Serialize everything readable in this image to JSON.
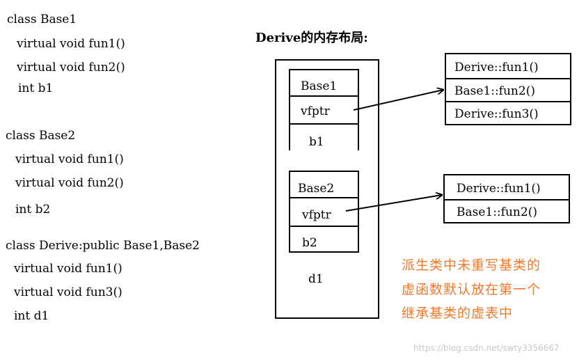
{
  "code": {
    "base1": {
      "header": "class Base1",
      "lines": [
        "virtual void fun1()",
        "virtual void fun2()",
        "int b1"
      ]
    },
    "base2": {
      "header": "class Base2",
      "lines": [
        "virtual void fun1()",
        "virtual void fun2()",
        "int b2"
      ]
    },
    "derive": {
      "header": "class Derive:public Base1,Base2",
      "lines": [
        "virtual void fun1()",
        "virtual void fun3()",
        "int d1"
      ]
    }
  },
  "layout_title": "Derive的内存布局:",
  "memory": {
    "base1": {
      "name": "Base1",
      "vfptr": "vfptr",
      "member": "b1"
    },
    "base2": {
      "name": "Base2",
      "vfptr": "vfptr",
      "member": "b2"
    },
    "member": "d1"
  },
  "vtable1": [
    "Derive::fun1()",
    "Base1::fun2()",
    "Derive::fun3()"
  ],
  "vtable2": [
    "Derive::fun1()",
    "Base1::fun2()"
  ],
  "note": [
    "派生类中未重写基类的",
    "虚函数默认放在第一个",
    "继承基类的虚表中"
  ],
  "watermark": "https://blog.csdn.net/swty3356667",
  "colors": {
    "note": "#f0782d",
    "ink": "#000000",
    "watermark": "#c8c8c8"
  }
}
